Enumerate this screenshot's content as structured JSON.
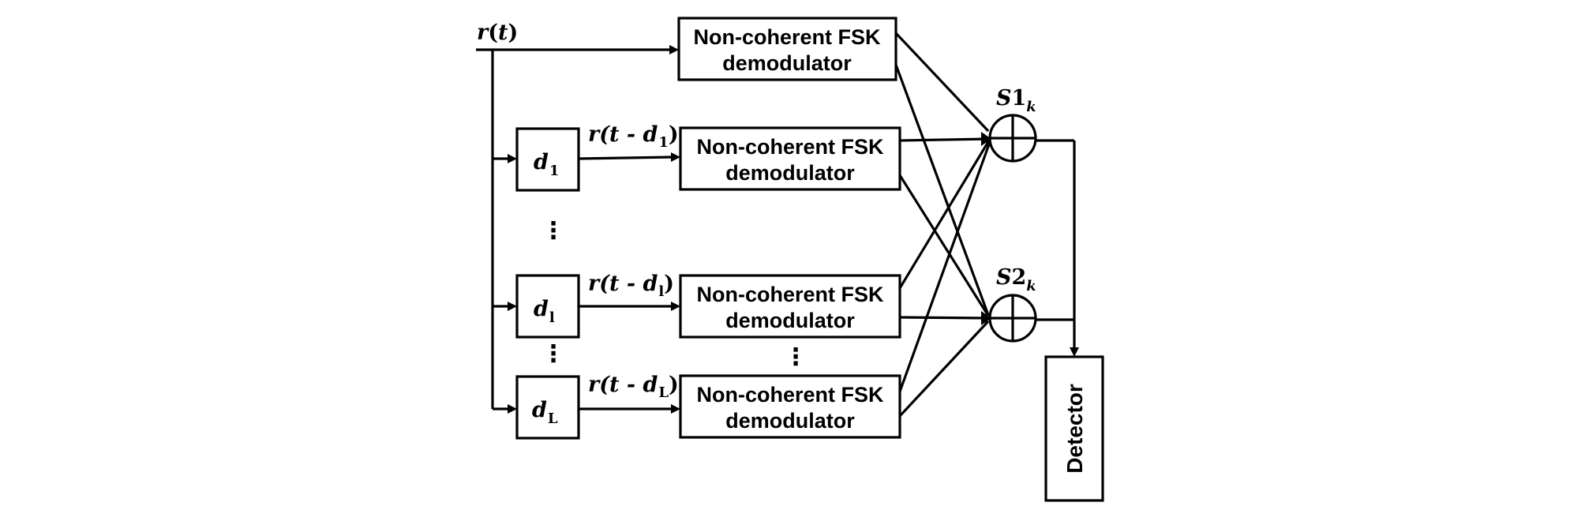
{
  "input": {
    "r": "r",
    "open": "(",
    "t": "t",
    "close": ")"
  },
  "delays": [
    {
      "var": "d",
      "sub": "1"
    },
    {
      "var": "d",
      "sub": "l"
    },
    {
      "var": "d",
      "sub": "L"
    }
  ],
  "signal_labels": [
    {
      "pre": "r",
      "mid": "(t - ",
      "var": "d",
      "sub": "1",
      "close": ")"
    },
    {
      "pre": "r",
      "mid": "(t - ",
      "var": "d",
      "sub": "l",
      "close": ")"
    },
    {
      "pre": "r",
      "mid": "(t - ",
      "var": "d",
      "sub": "L",
      "close": ")"
    }
  ],
  "demodulator": {
    "line1": "Non-coherent FSK",
    "line2": "demodulator"
  },
  "sums": [
    {
      "var": "S",
      "num": "1",
      "sub": "k"
    },
    {
      "var": "S",
      "num": "2",
      "sub": "k"
    }
  ],
  "detector": {
    "label": "Detector"
  },
  "ellipsis": "⋮"
}
